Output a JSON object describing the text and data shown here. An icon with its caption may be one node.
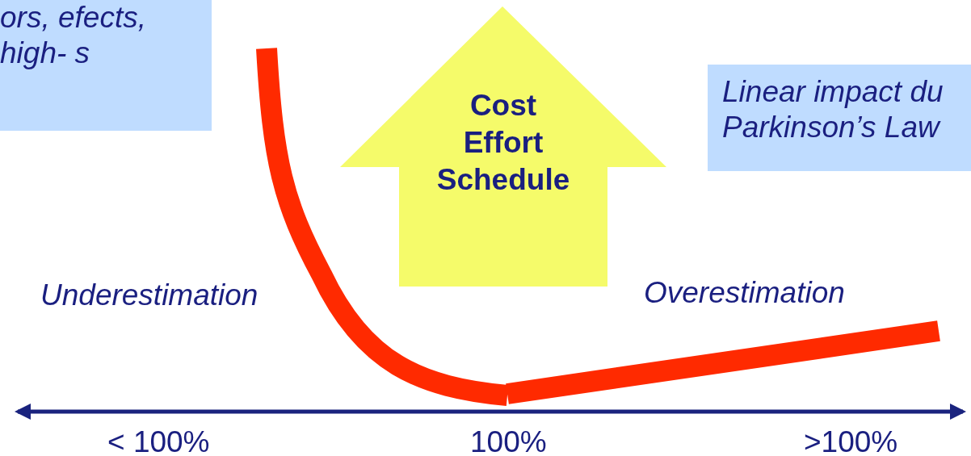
{
  "diagram": {
    "nodes": [
      {
        "text": [
          "ors, efects, high- s"
        ]
      },
      {
        "text": [
          "Cost Effort Schedule"
        ]
      },
      {
        "text": [
          "Linear impact du Parkinson’s Law"
        ]
      }
    ],
    "labels": [
      "Underestimation",
      "Overestimation",
      "< 100%",
      "100%",
      ">100%"
    ]
  }
}
